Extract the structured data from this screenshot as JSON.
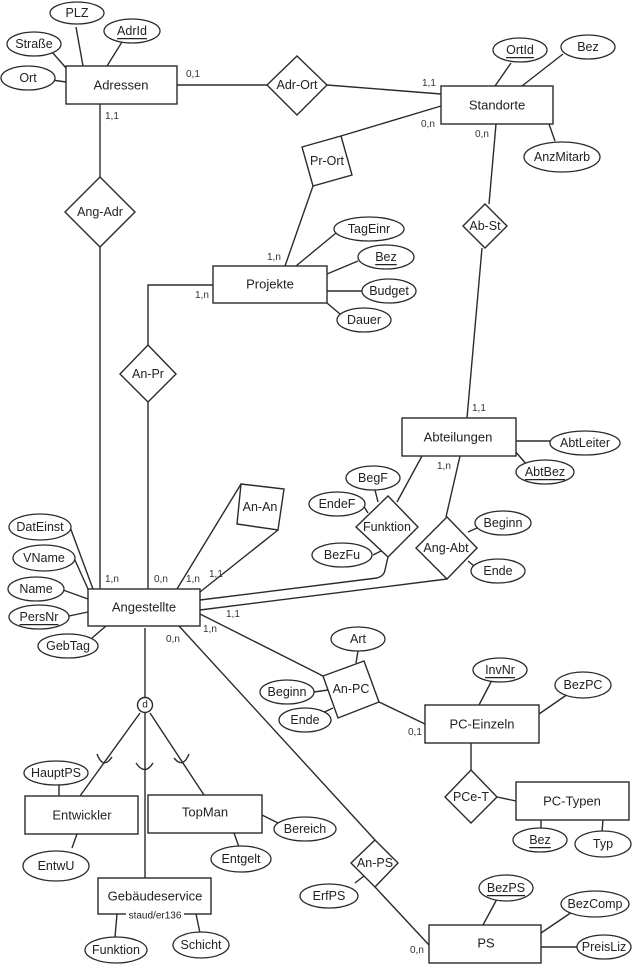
{
  "diagram": {
    "type": "ER diagram",
    "credit": "staud/er136",
    "entities": {
      "adressen": "Adressen",
      "standorte": "Standorte",
      "projekte": "Projekte",
      "abteilungen": "Abteilungen",
      "angestellte": "Angestellte",
      "pc_einzeln": "PC-Einzeln",
      "pc_typen": "PC-Typen",
      "entwickler": "Entwickler",
      "topman": "TopMan",
      "gebaeudeservice": "Gebäudeservice",
      "ps": "PS"
    },
    "relationships": {
      "adr_ort": "Adr-Ort",
      "pr_ort": "Pr-Ort",
      "ang_adr": "Ang-Adr",
      "ab_st": "Ab-St",
      "an_pr": "An-Pr",
      "an_an": "An-An",
      "funktion": "Funktion",
      "ang_abt": "Ang-Abt",
      "an_pc": "An-PC",
      "pce_t": "PCe-T",
      "an_ps": "An-PS"
    },
    "generalization": {
      "symbol": "d"
    },
    "attributes": {
      "adressen": {
        "plz": "PLZ",
        "adrid": "AdrId",
        "strasse": "Straße",
        "ort": "Ort"
      },
      "standorte": {
        "ortid": "OrtId",
        "bez": "Bez",
        "anzmitarb": "AnzMitarb"
      },
      "projekte": {
        "tageinr": "TagEinr",
        "bez": "Bez",
        "budget": "Budget",
        "dauer": "Dauer"
      },
      "abteilungen": {
        "abtleiter": "AbtLeiter",
        "abtbez": "AbtBez"
      },
      "funktion": {
        "begf": "BegF",
        "endef": "EndeF",
        "bezfu": "BezFu"
      },
      "ang_abt": {
        "beginn": "Beginn",
        "ende": "Ende"
      },
      "angestellte": {
        "datein": "DatEinst",
        "vname": "VName",
        "name": "Name",
        "persnr": "PersNr",
        "gebtag": "GebTag"
      },
      "an_pc": {
        "art": "Art",
        "beginn": "Beginn",
        "ende": "Ende"
      },
      "pc_einzeln": {
        "invnr": "InvNr",
        "bezpc": "BezPC"
      },
      "pc_typen": {
        "bez": "Bez",
        "typ": "Typ"
      },
      "entwickler": {
        "hauptps": "HauptPS",
        "entwu": "EntwU"
      },
      "topman": {
        "bereich": "Bereich",
        "entgelt": "Entgelt"
      },
      "gebaeudeservice": {
        "funktion": "Funktion",
        "schicht": "Schicht"
      },
      "an_ps": {
        "erfps": "ErfPS"
      },
      "ps": {
        "bezps": "BezPS",
        "bezcomp": "BezComp",
        "preisliz": "PreisLiz"
      }
    },
    "cardinalities": {
      "adressen_adrort": "0,1",
      "adressen_angadr": "1,1",
      "standorte_adrort": "1,1",
      "standorte_prort": "0,n",
      "standorte_abst": "0,n",
      "projekte_prort": "1,n",
      "projekte_anpr": "1,n",
      "abteilungen_abst": "1,1",
      "abteilungen_angabt": "1,n",
      "angestellte_angadr": "1,n",
      "angestellte_anpr": "0,n",
      "angestellte_anan_1": "1,n",
      "angestellte_anan_2": "1,1",
      "angestellte_angabt": "1,1",
      "angestellte_anpc": "1,n",
      "angestellte_anps": "0,n",
      "pceinzeln_anpc": "0,1",
      "ps_anps": "0,n"
    }
  }
}
